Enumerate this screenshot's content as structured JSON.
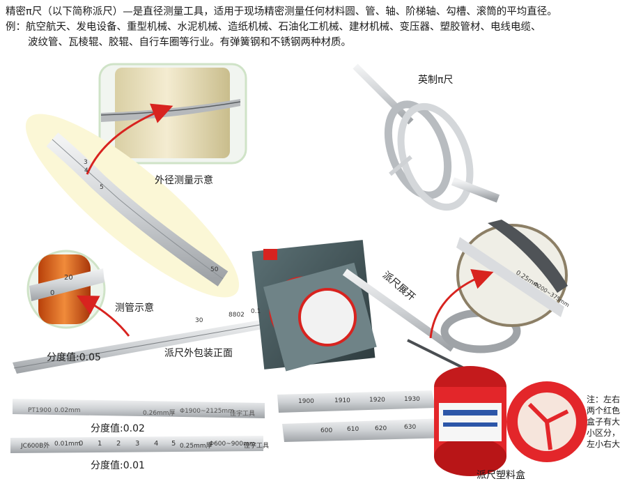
{
  "intro": {
    "line1": "精密π尺（以下简称派尺）—是直径测量工具，适用于现场精密测量任何材料圆、管、轴、阶梯轴、勾槽、滚筒的平均直径。",
    "line2": "例：航空航天、发电设备、重型机械、水泥机械、造纸机械、石油化工机械、建材机械、变压器、塑胶管材、电线电缆、",
    "line3": "波纹管、瓦棱辊、胶辊、自行车圈等行业。有弹簧钢和不锈钢两种材质。"
  },
  "captions": {
    "imperial": "英制π尺",
    "outer_diameter": "外径测量示意",
    "pipe": "测管示意",
    "unrolled": "派尺展开",
    "package_front": "派尺外包装正面",
    "division_005": "分度值:0.05",
    "division_002": "分度值:0.02",
    "division_001": "分度值:0.01",
    "plastic_box": "派尺塑料盒"
  },
  "box_note": [
    "注：左右",
    "两个红色",
    "盒子有大",
    "小区分，",
    "左小右大"
  ],
  "ruler_markings": {
    "big_ruler_ticks": [
      "30",
      "8802",
      "0.1"
    ],
    "ruler_002_left": "PT1900",
    "ruler_002_left2": "0.02mm",
    "ruler_002_mid": "0.26mm厚",
    "ruler_002_range": "Φ1900~2125mm",
    "ruler_002_brand": "佳宇工具",
    "ruler_001_left": "JC600B外",
    "ruler_001_left2": "0.01mm",
    "ruler_001_nums": [
      "0",
      "1",
      "2",
      "3",
      "4",
      "5"
    ],
    "ruler_001_mid": "0.25mm厚",
    "ruler_001_range": "Φ600~900mm",
    "ruler_001_brand": "佳宇工具",
    "ruler_right_top": [
      "1900",
      "1910",
      "1920",
      "1930"
    ],
    "ruler_right_bottom": [
      "600",
      "610",
      "620",
      "630"
    ],
    "diag_ruler_nums": [
      "3",
      "4",
      "5",
      "50"
    ],
    "pipe_ruler_nums": [
      "20",
      "0"
    ],
    "zoom_ruler_text": "0.25mm",
    "zoom_ruler_range": "Φ200~375mm"
  },
  "colors": {
    "accent_red": "#d8231f",
    "steel": "#c9ccd0",
    "box_red": "#e3262a",
    "zoom_ring": "#8c7f66"
  }
}
